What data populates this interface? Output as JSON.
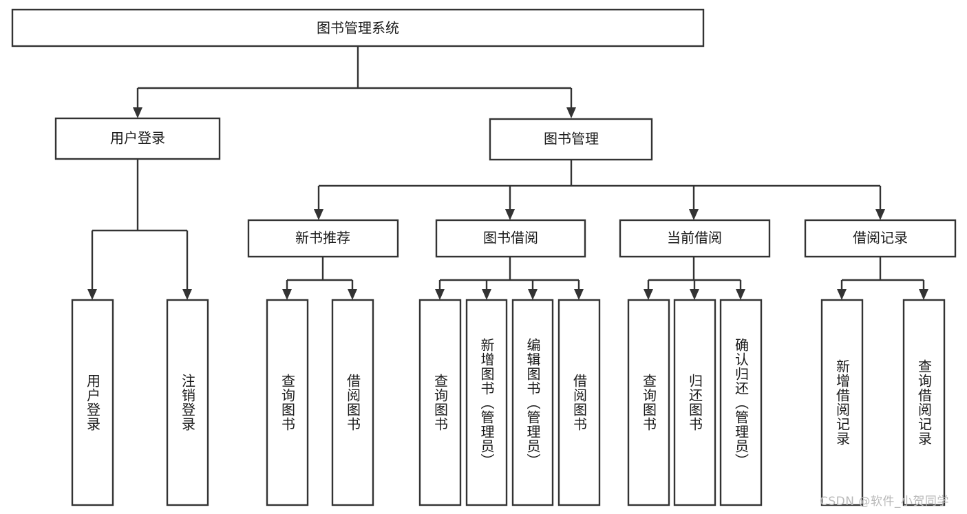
{
  "chart_data": {
    "type": "diagram",
    "diagram_kind": "tree / hierarchy functional decomposition",
    "title": "图书管理系统",
    "orientation": "top-down",
    "levels": 4,
    "nodes": [
      {
        "id": "root",
        "label": "图书管理系统",
        "level": 0,
        "parent": null,
        "text_orientation": "horizontal"
      },
      {
        "id": "login",
        "label": "用户登录",
        "level": 1,
        "parent": "root",
        "text_orientation": "horizontal"
      },
      {
        "id": "bookmgmt",
        "label": "图书管理",
        "level": 1,
        "parent": "root",
        "text_orientation": "horizontal"
      },
      {
        "id": "newbook",
        "label": "新书推荐",
        "level": 2,
        "parent": "bookmgmt",
        "text_orientation": "horizontal"
      },
      {
        "id": "borrow",
        "label": "图书借阅",
        "level": 2,
        "parent": "bookmgmt",
        "text_orientation": "horizontal"
      },
      {
        "id": "current",
        "label": "当前借阅",
        "level": 2,
        "parent": "bookmgmt",
        "text_orientation": "horizontal"
      },
      {
        "id": "records",
        "label": "借阅记录",
        "level": 2,
        "parent": "bookmgmt",
        "text_orientation": "horizontal"
      },
      {
        "id": "leaf1",
        "label": "用户登录",
        "level": 3,
        "parent": "login",
        "text_orientation": "vertical"
      },
      {
        "id": "leaf2",
        "label": "注销登录",
        "level": 3,
        "parent": "login",
        "text_orientation": "vertical"
      },
      {
        "id": "leaf3",
        "label": "查询图书",
        "level": 3,
        "parent": "newbook",
        "text_orientation": "vertical"
      },
      {
        "id": "leaf4",
        "label": "借阅图书",
        "level": 3,
        "parent": "newbook",
        "text_orientation": "vertical"
      },
      {
        "id": "leaf5",
        "label": "查询图书",
        "level": 3,
        "parent": "borrow",
        "text_orientation": "vertical"
      },
      {
        "id": "leaf6",
        "label": "新增图书（管理员）",
        "level": 3,
        "parent": "borrow",
        "text_orientation": "vertical"
      },
      {
        "id": "leaf7",
        "label": "编辑图书（管理员）",
        "level": 3,
        "parent": "borrow",
        "text_orientation": "vertical"
      },
      {
        "id": "leaf8",
        "label": "借阅图书",
        "level": 3,
        "parent": "borrow",
        "text_orientation": "vertical"
      },
      {
        "id": "leaf9",
        "label": "查询图书",
        "level": 3,
        "parent": "current",
        "text_orientation": "vertical"
      },
      {
        "id": "leaf10",
        "label": "归还图书",
        "level": 3,
        "parent": "current",
        "text_orientation": "vertical"
      },
      {
        "id": "leaf11",
        "label": "确认归还（管理员）",
        "level": 3,
        "parent": "current",
        "text_orientation": "vertical"
      },
      {
        "id": "leaf12",
        "label": "新增借阅记录",
        "level": 3,
        "parent": "records",
        "text_orientation": "vertical"
      },
      {
        "id": "leaf13",
        "label": "查询借阅记录",
        "level": 3,
        "parent": "records",
        "text_orientation": "vertical"
      }
    ],
    "edges": [
      {
        "from": "root",
        "to": "login"
      },
      {
        "from": "root",
        "to": "bookmgmt"
      },
      {
        "from": "login",
        "to": "leaf1"
      },
      {
        "from": "login",
        "to": "leaf2"
      },
      {
        "from": "bookmgmt",
        "to": "newbook"
      },
      {
        "from": "bookmgmt",
        "to": "borrow"
      },
      {
        "from": "bookmgmt",
        "to": "current"
      },
      {
        "from": "bookmgmt",
        "to": "records"
      },
      {
        "from": "newbook",
        "to": "leaf3"
      },
      {
        "from": "newbook",
        "to": "leaf4"
      },
      {
        "from": "borrow",
        "to": "leaf5"
      },
      {
        "from": "borrow",
        "to": "leaf6"
      },
      {
        "from": "borrow",
        "to": "leaf7"
      },
      {
        "from": "borrow",
        "to": "leaf8"
      },
      {
        "from": "current",
        "to": "leaf9"
      },
      {
        "from": "current",
        "to": "leaf10"
      },
      {
        "from": "current",
        "to": "leaf11"
      },
      {
        "from": "records",
        "to": "leaf12"
      },
      {
        "from": "records",
        "to": "leaf13"
      }
    ],
    "colors": {
      "box_fill": "#ffffff",
      "box_stroke": "#333333",
      "text": "#1a1a1a",
      "background": "#ffffff",
      "watermark": "#b9b9b9"
    },
    "edge_style": "orthogonal elbow with filled triangular arrowheads"
  },
  "diagram": {
    "root": {
      "label": "图书管理系统"
    },
    "level1": [
      {
        "label": "用户登录"
      },
      {
        "label": "图书管理"
      }
    ],
    "level2": [
      {
        "label": "新书推荐"
      },
      {
        "label": "图书借阅"
      },
      {
        "label": "当前借阅"
      },
      {
        "label": "借阅记录"
      }
    ],
    "leaves": [
      {
        "label": "用户登录"
      },
      {
        "label": "注销登录"
      },
      {
        "label": "查询图书"
      },
      {
        "label": "借阅图书"
      },
      {
        "label": "查询图书"
      },
      {
        "label": "新增图书（管理员）"
      },
      {
        "label": "编辑图书（管理员）"
      },
      {
        "label": "借阅图书"
      },
      {
        "label": "查询图书"
      },
      {
        "label": "归还图书"
      },
      {
        "label": "确认归还（管理员）"
      },
      {
        "label": "新增借阅记录"
      },
      {
        "label": "查询借阅记录"
      }
    ]
  },
  "watermark": {
    "text": "CSDN @软件_小贺同学"
  }
}
